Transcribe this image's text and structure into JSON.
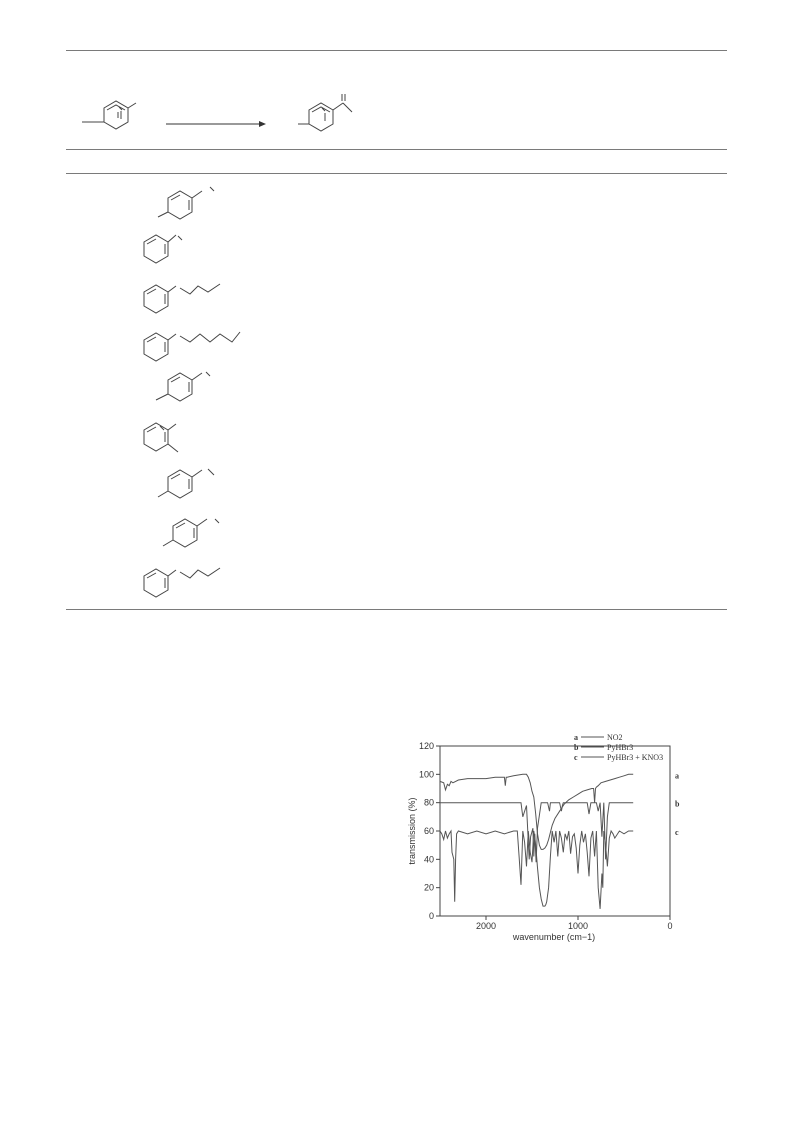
{
  "chart_data": {
    "type": "line",
    "title": "",
    "xlabel": "wavenumber (cm−1)",
    "ylabel": "transmission (%)",
    "xlim": [
      2500,
      0
    ],
    "ylim": [
      0,
      120
    ],
    "xticks": [
      "2000",
      "1000",
      "0"
    ],
    "yticks": [
      "0",
      "20",
      "40",
      "60",
      "80",
      "100",
      "120"
    ],
    "legend_position": "top-right",
    "series": [
      {
        "name": "NO2",
        "tag": "a",
        "color": "#555555",
        "x": [
          2500,
          2460,
          2440,
          2420,
          2400,
          2380,
          2360,
          2300,
          2200,
          2100,
          2000,
          1900,
          1800,
          1790,
          1780,
          1770,
          1700,
          1600,
          1560,
          1540,
          1520,
          1500,
          1480,
          1460,
          1440,
          1420,
          1400,
          1380,
          1360,
          1340,
          1320,
          1300,
          1280,
          1250,
          1200,
          1150,
          1100,
          1050,
          1000,
          950,
          900,
          850,
          830,
          820,
          810,
          800,
          780,
          750,
          700,
          650,
          600,
          550,
          500,
          450,
          400
        ],
        "y": [
          95,
          94,
          89,
          93,
          92,
          95,
          94,
          96,
          97,
          97,
          97,
          98,
          98,
          92,
          98,
          98,
          99,
          100,
          100,
          98,
          94,
          88,
          84,
          72,
          58,
          50,
          47,
          47,
          48,
          50,
          54,
          59,
          64,
          69,
          74,
          79,
          82,
          84,
          86,
          88,
          89,
          90,
          90,
          80,
          90,
          91,
          92,
          94,
          95,
          96,
          97,
          98,
          99,
          100,
          100
        ]
      },
      {
        "name": "PyHBr3",
        "tag": "b",
        "color": "#555555",
        "x": [
          2500,
          2400,
          2300,
          2200,
          2100,
          2000,
          1900,
          1800,
          1700,
          1640,
          1620,
          1600,
          1560,
          1545,
          1530,
          1515,
          1490,
          1480,
          1470,
          1455,
          1440,
          1400,
          1330,
          1310,
          1300,
          1250,
          1200,
          1180,
          1170,
          1160,
          1100,
          1050,
          1000,
          900,
          880,
          860,
          800,
          780,
          760,
          740,
          720,
          700,
          680,
          660,
          600,
          550,
          500,
          450,
          400
        ],
        "y": [
          80,
          80,
          80,
          80,
          80,
          80,
          80,
          80,
          80,
          80,
          80,
          70,
          78,
          58,
          40,
          56,
          62,
          42,
          58,
          38,
          62,
          80,
          80,
          74,
          80,
          80,
          80,
          74,
          78,
          80,
          80,
          80,
          80,
          80,
          72,
          80,
          80,
          74,
          80,
          56,
          80,
          40,
          70,
          80,
          80,
          80,
          80,
          80,
          80
        ]
      },
      {
        "name": "PyHBr3 + KNO3",
        "tag": "c",
        "color": "#555555",
        "x": [
          2500,
          2480,
          2460,
          2440,
          2420,
          2400,
          2380,
          2370,
          2350,
          2340,
          2330,
          2320,
          2300,
          2200,
          2100,
          2000,
          1900,
          1800,
          1700,
          1660,
          1640,
          1620,
          1600,
          1580,
          1560,
          1540,
          1520,
          1500,
          1480,
          1460,
          1440,
          1420,
          1400,
          1380,
          1360,
          1350,
          1340,
          1320,
          1300,
          1280,
          1260,
          1240,
          1220,
          1200,
          1180,
          1160,
          1140,
          1120,
          1100,
          1080,
          1060,
          1040,
          1020,
          1000,
          980,
          960,
          940,
          920,
          900,
          880,
          860,
          840,
          820,
          800,
          780,
          760,
          740,
          730,
          720,
          700,
          680,
          660,
          640,
          620,
          600,
          550,
          500,
          450,
          400
        ],
        "y": [
          60,
          58,
          54,
          60,
          55,
          58,
          60,
          45,
          40,
          10,
          40,
          58,
          60,
          58,
          60,
          58,
          60,
          58,
          60,
          60,
          42,
          22,
          60,
          52,
          35,
          60,
          45,
          38,
          60,
          50,
          34,
          20,
          12,
          7,
          7,
          8,
          10,
          20,
          42,
          60,
          52,
          60,
          42,
          60,
          55,
          45,
          58,
          54,
          60,
          44,
          56,
          58,
          48,
          30,
          50,
          60,
          52,
          58,
          45,
          28,
          55,
          60,
          42,
          60,
          20,
          5,
          30,
          20,
          60,
          50,
          35,
          55,
          60,
          58,
          55,
          60,
          58,
          60,
          60
        ]
      }
    ]
  }
}
